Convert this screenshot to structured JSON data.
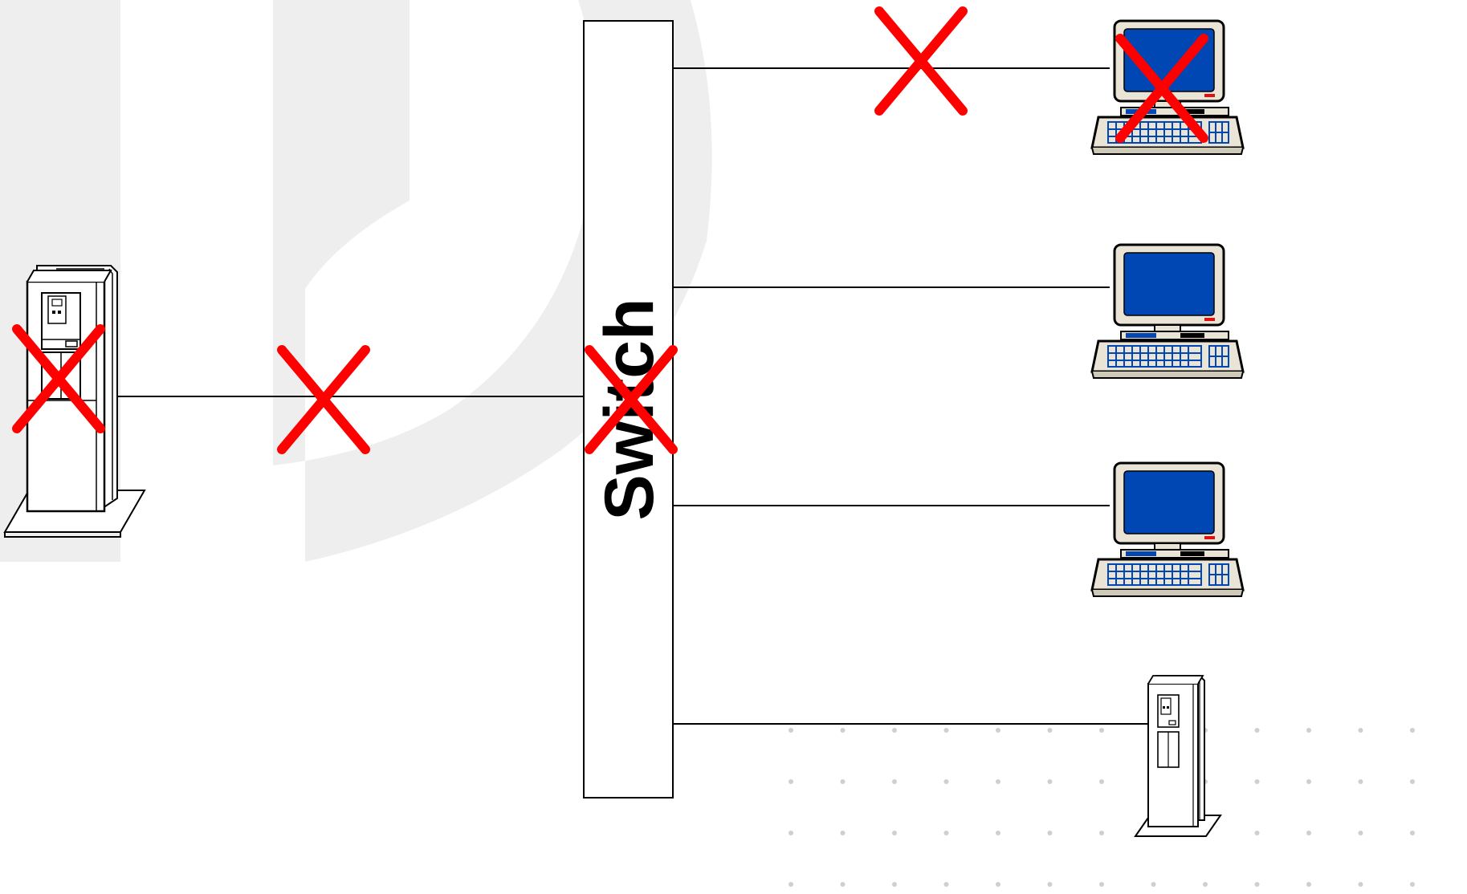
{
  "diagram": {
    "switch": {
      "label": "Switch"
    },
    "nodes": [
      {
        "id": "main-server",
        "kind": "tower-server",
        "failed": true
      },
      {
        "id": "workstation-1",
        "kind": "desktop-computer",
        "failed": true
      },
      {
        "id": "workstation-2",
        "kind": "desktop-computer",
        "failed": false
      },
      {
        "id": "workstation-3",
        "kind": "desktop-computer",
        "failed": false
      },
      {
        "id": "backup-server",
        "kind": "tower-server",
        "failed": false
      }
    ],
    "links": [
      {
        "from": "main-server",
        "to": "switch",
        "failed": true
      },
      {
        "from": "switch",
        "to": "workstation-1",
        "failed": true
      },
      {
        "from": "switch",
        "to": "workstation-2",
        "failed": false
      },
      {
        "from": "switch",
        "to": "workstation-3",
        "failed": false
      },
      {
        "from": "switch",
        "to": "backup-server",
        "failed": false
      }
    ],
    "switch_failed": true,
    "colors": {
      "failure_mark": "#ff0000",
      "screen": "#0047b3",
      "device_body": "#e9e4d6",
      "line": "#000000",
      "background_watermark": "#ebebeb",
      "dots": "#cfcfcf"
    },
    "icons": {
      "failure_mark": "x-mark-icon",
      "server": "tower-server-icon",
      "computer": "desktop-computer-icon"
    }
  }
}
